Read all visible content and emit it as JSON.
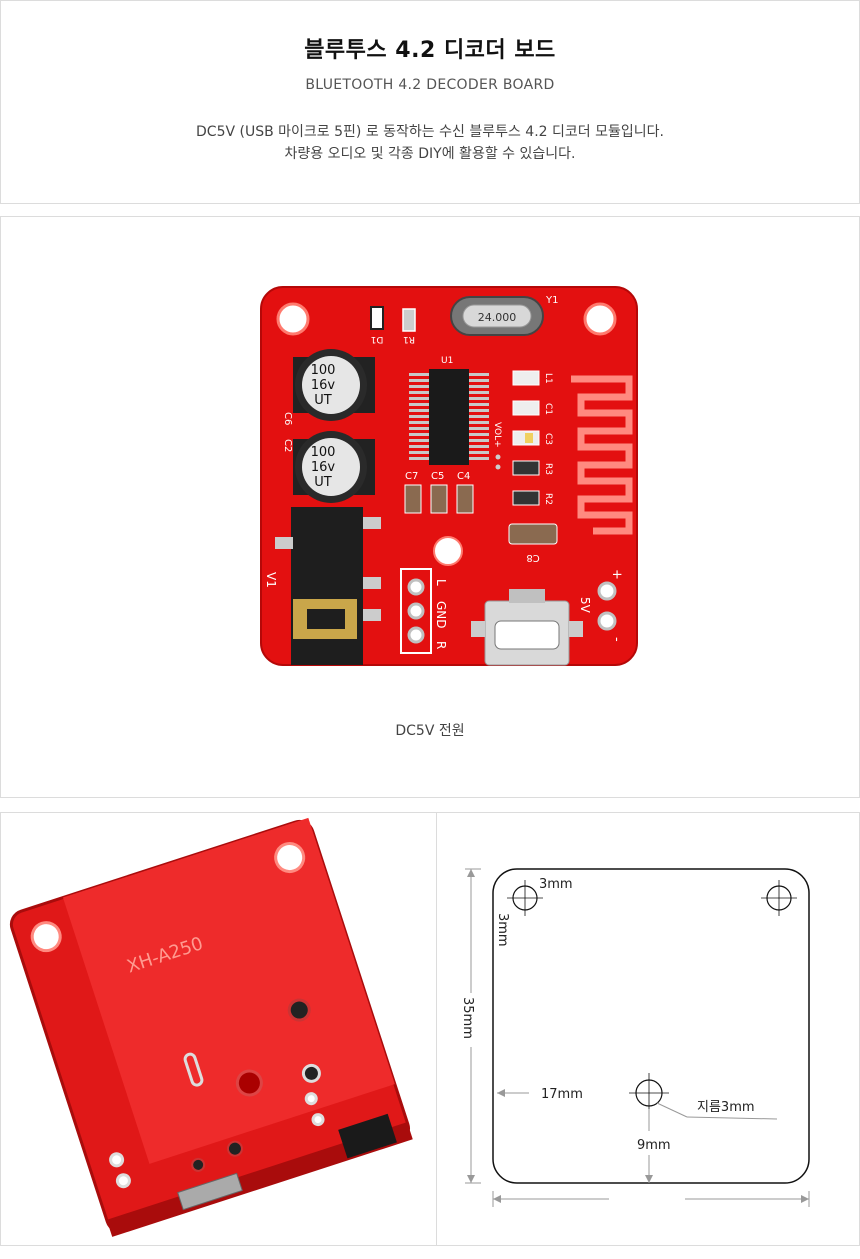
{
  "header": {
    "title": "블루투스 4.2 디코더 보드",
    "subtitle": "BLUETOOTH 4.2 DECODER BOARD",
    "description_line1": "DC5V (USB 마이크로 5핀) 로 동작하는 수신 블루투스 4.2 디코더 모듈입니다.",
    "description_line2": "차량용 오디오 및 각종  DIY에 활용할 수 있습니다."
  },
  "board_photo": {
    "caption": "DC5V 전원",
    "silkscreen": {
      "crystal": "24.000",
      "y1": "Y1",
      "d1": "D1",
      "r1": "R1",
      "u1": "U1",
      "cap_value": "100",
      "cap_voltage": "16v",
      "cap_brand": "UT",
      "c6": "C6",
      "c2": "C2",
      "v1": "V1",
      "c7": "C7",
      "c5": "C5",
      "c4": "C4",
      "l1": "L1",
      "c1": "C1",
      "c3": "C3",
      "r3": "R3",
      "r2": "R2",
      "c8": "C8",
      "vol": "VOL+",
      "l": "L",
      "gnd": "GND",
      "r": "R",
      "v5": "5V",
      "plus": "+",
      "minus": "-"
    }
  },
  "back_photo": {
    "model": "XH-A250"
  },
  "dimensions": {
    "hole_offset_x": "3mm",
    "hole_offset_y": "3mm",
    "height": "35mm",
    "center_x": "17mm",
    "diameter": "지름3mm",
    "center_y": "9mm"
  }
}
